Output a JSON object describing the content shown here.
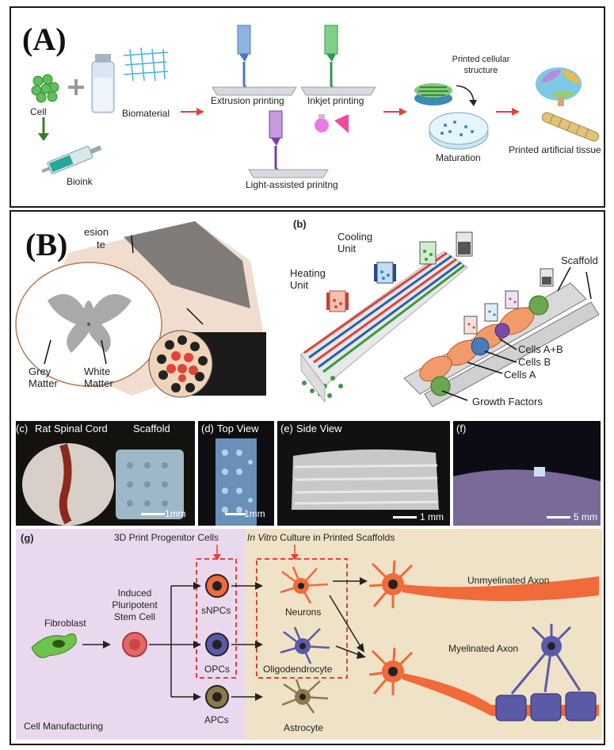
{
  "panelA": {
    "label": "(A)",
    "cell": "Cell",
    "biomaterial": "Biomaterial",
    "bioink": "Bioink",
    "extrusion": "Extrusion printing",
    "inkjet": "Inkjet printing",
    "light": "Light-assisted prinitng",
    "printed_structure": "Printed cellular structure",
    "maturation": "Maturation",
    "artificial_tissue": "Printed artificial tissue"
  },
  "panelB": {
    "label": "(B)",
    "lesion_partial": "esion",
    "lesion_partial2": "te",
    "grey": "Grey Matter",
    "white": "White Matter",
    "sub_b": "(b)",
    "cooling": "Cooling Unit",
    "heating": "Heating Unit",
    "scaffold": "Scaffold",
    "cellsAB": "Cells A+B",
    "cellsB": "Cells B",
    "cellsA": "Cells A",
    "growth": "Growth Factors"
  },
  "photos": {
    "c_label": "(c)",
    "c_rat": "Rat Spinal Cord",
    "c_scaffold": "Scaffold",
    "c_scale": "1mm",
    "d_label": "(d)",
    "d_view": "Top View",
    "d_scale": "1mm",
    "e_label": "(e)",
    "e_view": "Side View",
    "e_scale": "1 mm",
    "f_label": "(f)",
    "f_scale": "5 mm"
  },
  "panelG": {
    "label": "(g)",
    "print_progenitor": "3D Print Progenitor Cells",
    "in_vitro_italic": "In Vitro",
    "in_vitro_rest": " Culture in Printed Scaffolds",
    "fibroblast": "Fibroblast",
    "ipsc": "Induced Pluripotent Stem Cell",
    "snpcs": "sNPCs",
    "opcs": "OPCs",
    "apcs": "APCs",
    "neurons": "Neurons",
    "oligo": "Oligodendrocyte",
    "astro": "Astrocyte",
    "unmyelinated": "Unmyelinated Axon",
    "myelinated": "Myelinated Axon",
    "cell_manufacturing": "Cell Manufacturing"
  },
  "colors": {
    "red_arrow": "#e0433a",
    "green_arrow": "#3a7d2a",
    "lilac_bg": "#ead9ee",
    "tan_bg": "#efe2c6",
    "neuron_orange": "#f06a3a",
    "oligo_purple": "#5a5aa8",
    "astro_olive": "#8a7a4a"
  }
}
